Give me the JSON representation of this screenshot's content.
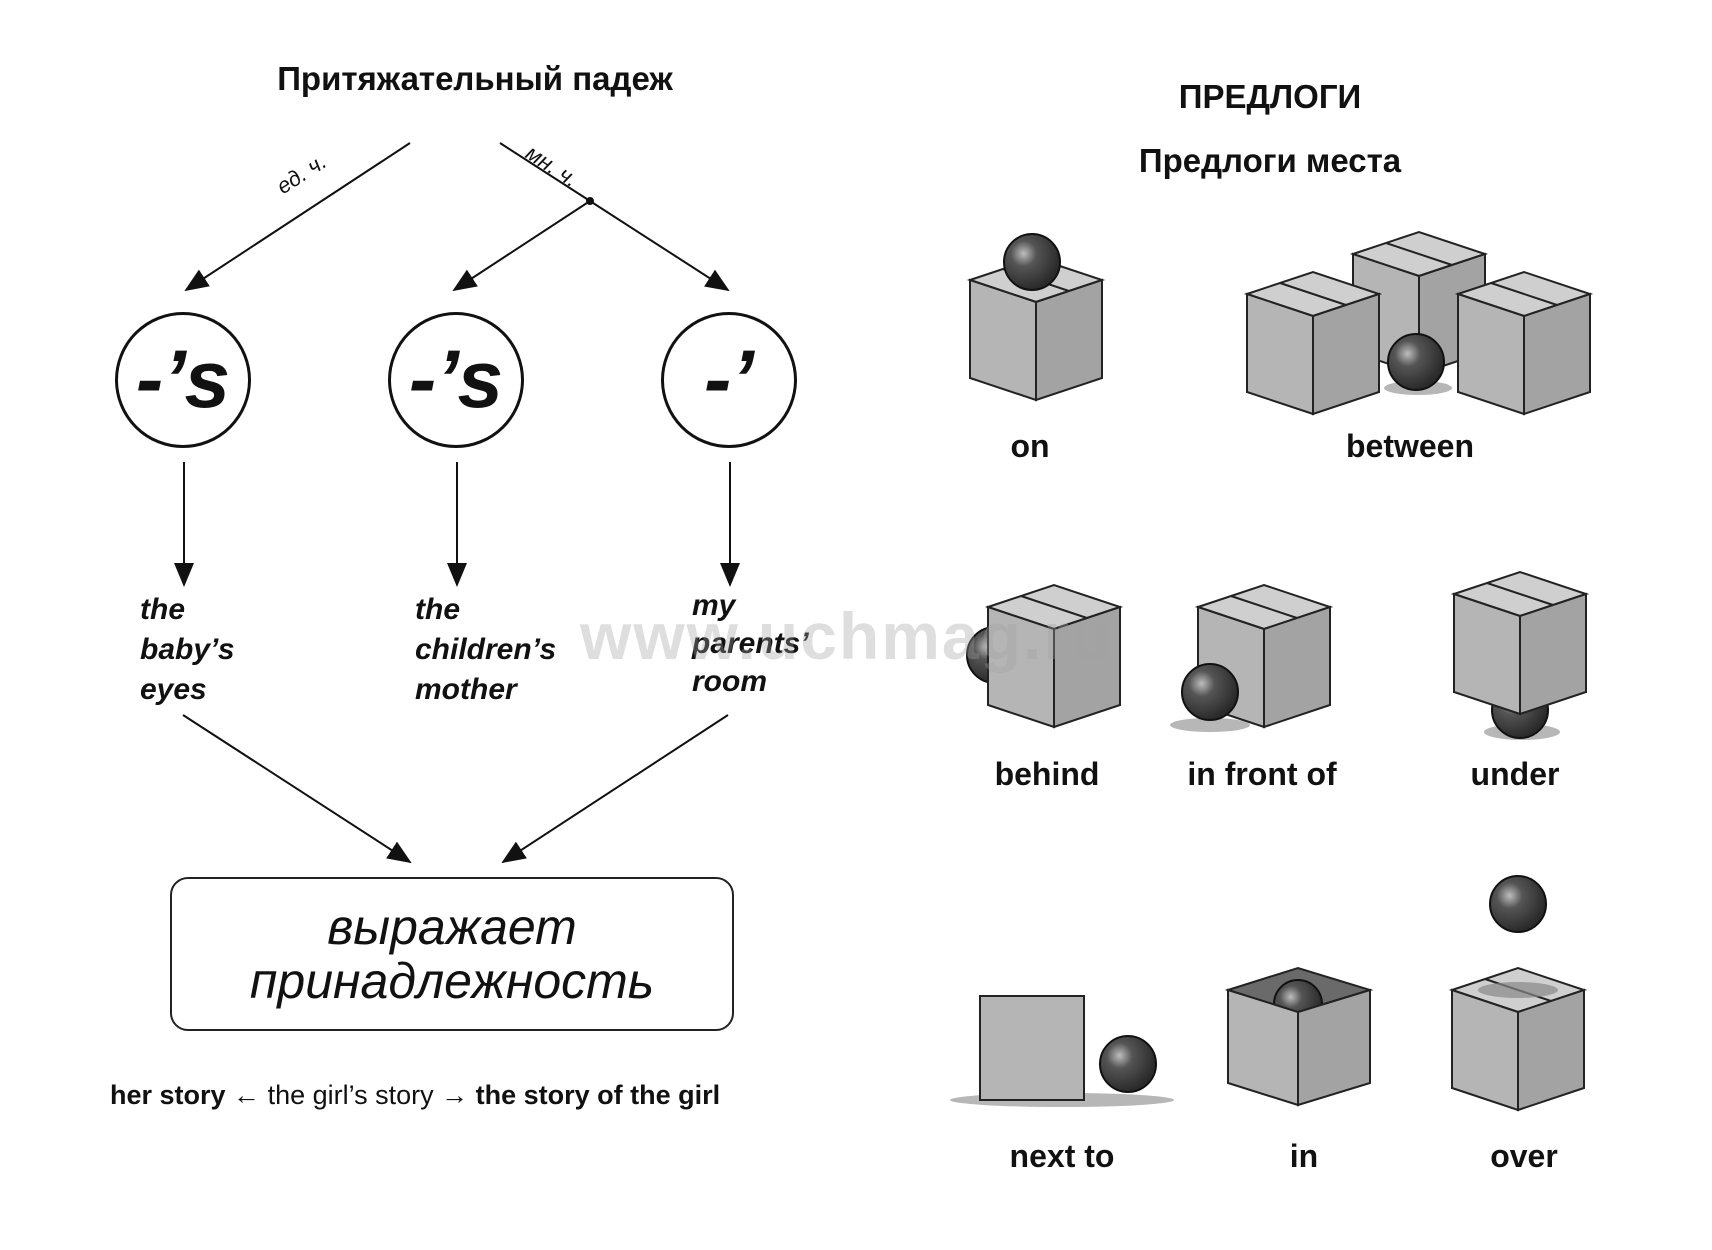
{
  "left": {
    "title": "Притяжательный падеж",
    "branch_singular": "ед. ч.",
    "branch_plural": "мн. ч.",
    "endings": [
      "-’s",
      "-’s",
      "-’"
    ],
    "examples": [
      "the\nbaby’s\neyes",
      "the\nchildren’s\nmother",
      "my\nparents’\nroom"
    ],
    "meaning_line1": "выражает",
    "meaning_line2": "принадлежность",
    "bottom": {
      "part1": "her story",
      "arrow_left": " ← ",
      "part2": "the girl’s story",
      "arrow_right": " → ",
      "part3": "the story of the girl"
    }
  },
  "right": {
    "title": "ПРЕДЛОГИ",
    "subtitle": "Предлоги места",
    "labels": {
      "on": "on",
      "between": "between",
      "behind": "behind",
      "in_front_of": "in front of",
      "under": "under",
      "next_to": "next to",
      "in": "in",
      "over": "over"
    }
  },
  "watermark": "www.uchmag.ru",
  "colors": {
    "box_front": "#b5b5b5",
    "box_side": "#9a9a9a",
    "box_top": "#cfcfcf",
    "ball": "#3a3a3a"
  }
}
